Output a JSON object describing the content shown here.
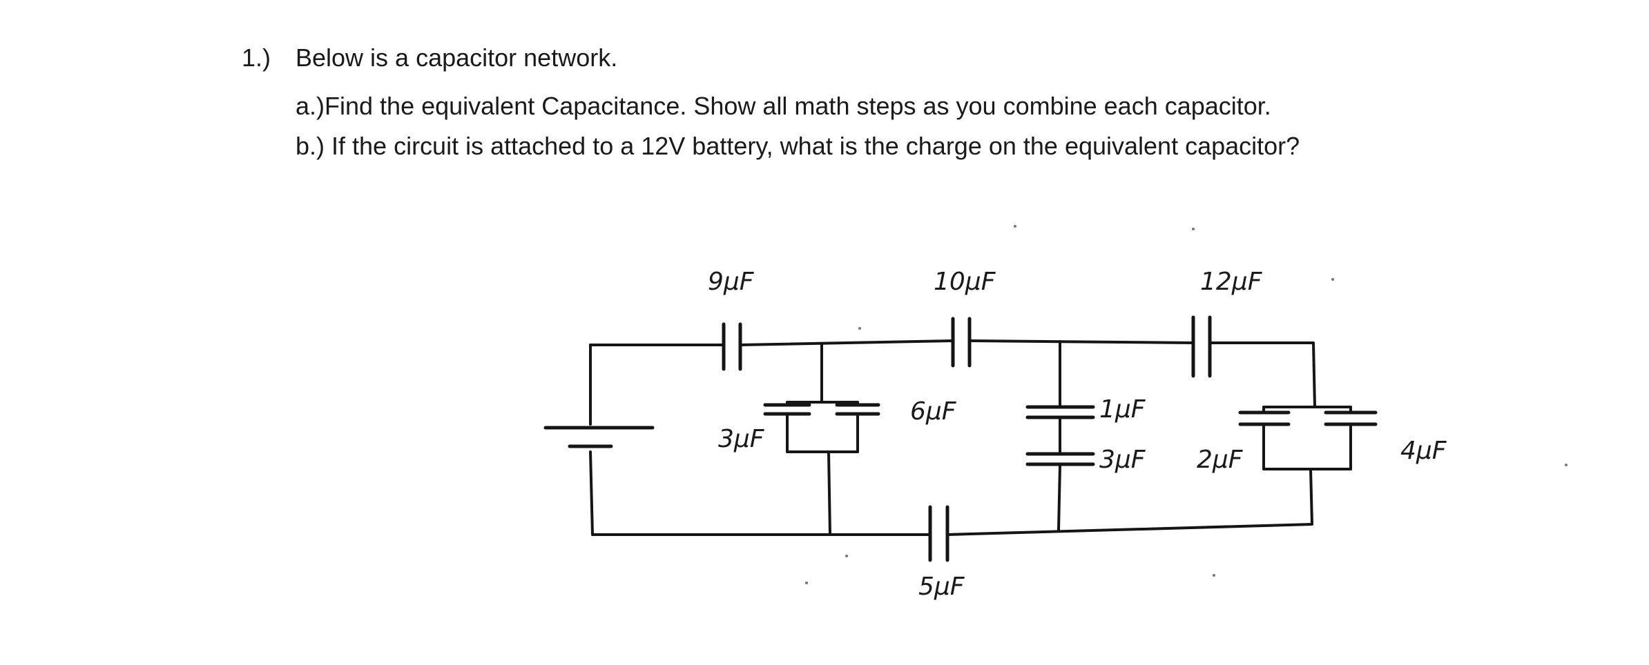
{
  "problem": {
    "number": "1.)",
    "intro": "Below is a capacitor network.",
    "part_a": "a.)Find the equivalent Capacitance. Show all math steps as you combine each capacitor.",
    "part_b": "b.) If the circuit is attached to a 12V battery, what is the charge on the equivalent capacitor?"
  },
  "capacitors": {
    "c9": "9μF",
    "c10": "10μF",
    "c12": "12μF",
    "c3_left": "3μF",
    "c6": "6μF",
    "c1": "1μF",
    "c3_mid": "3μF",
    "c2": "2μF",
    "c4": "4μF",
    "c5": "5μF"
  }
}
